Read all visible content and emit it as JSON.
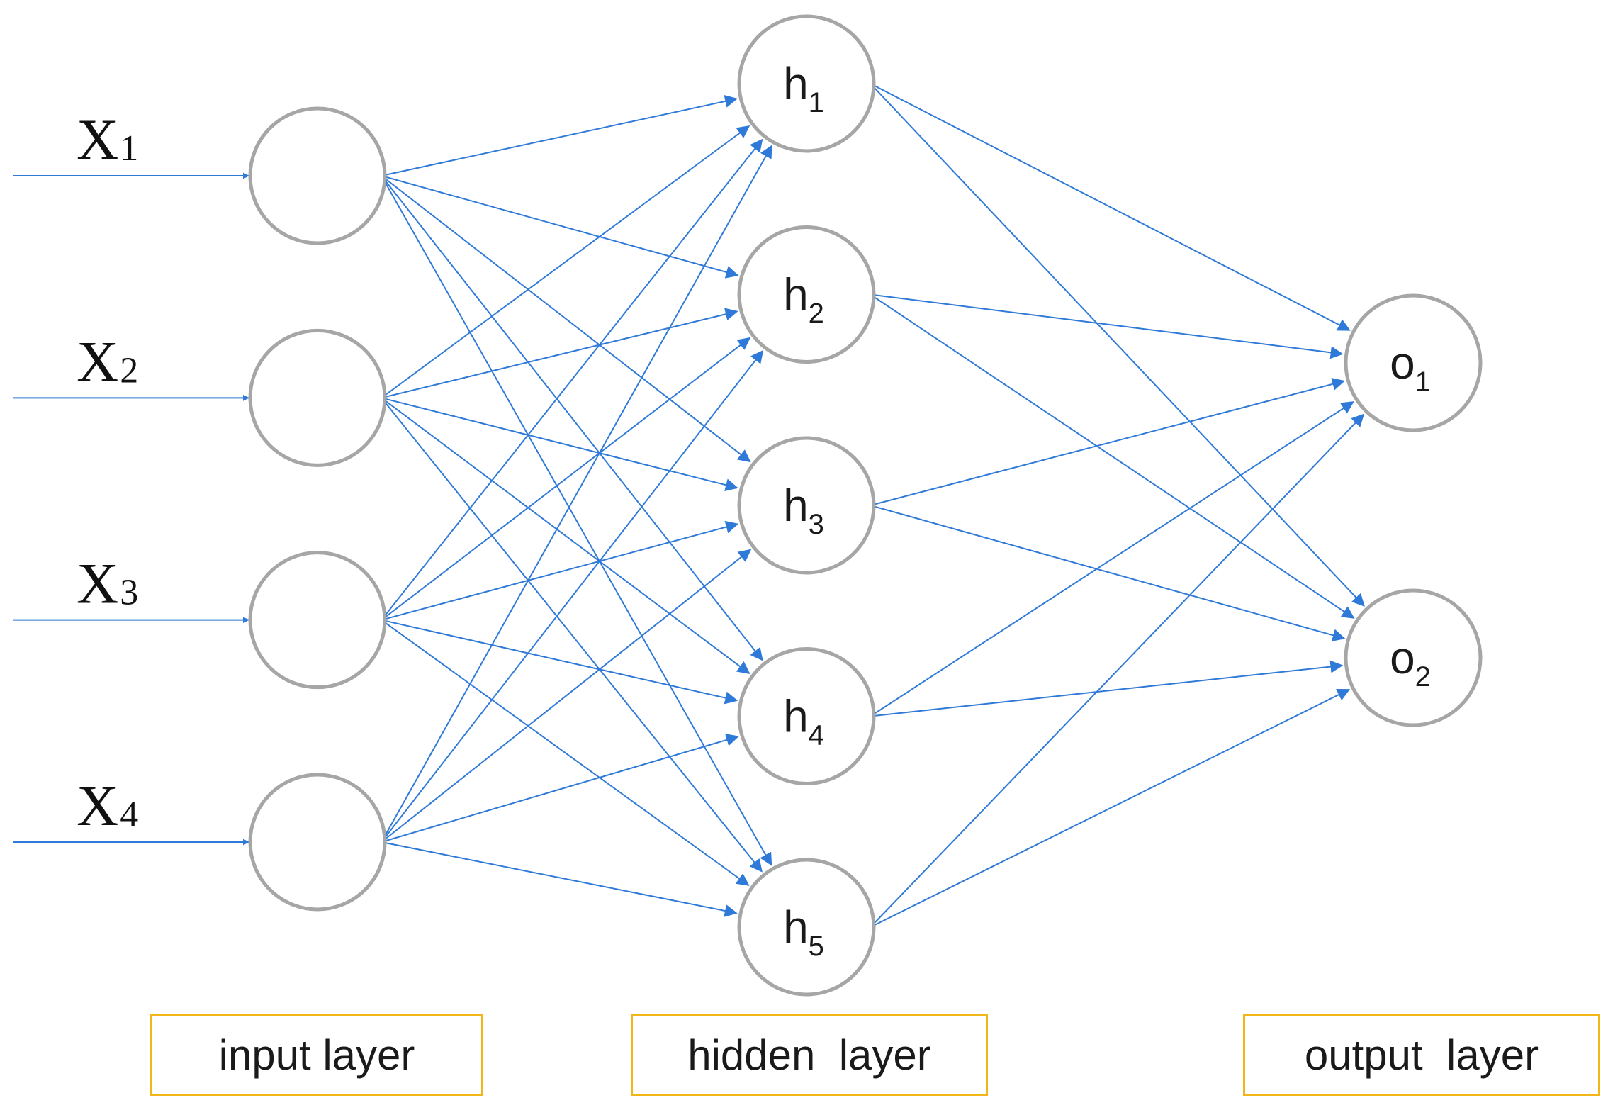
{
  "inputs": [
    {
      "base": "X",
      "sub": "1"
    },
    {
      "base": "X",
      "sub": "2"
    },
    {
      "base": "X",
      "sub": "3"
    },
    {
      "base": "X",
      "sub": "4"
    }
  ],
  "hidden_nodes": [
    {
      "base": "h",
      "sub": "1"
    },
    {
      "base": "h",
      "sub": "2"
    },
    {
      "base": "h",
      "sub": "3"
    },
    {
      "base": "h",
      "sub": "4"
    },
    {
      "base": "h",
      "sub": "5"
    }
  ],
  "output_nodes": [
    {
      "base": "o",
      "sub": "1"
    },
    {
      "base": "o",
      "sub": "2"
    }
  ],
  "layer_labels": {
    "input": "input layer",
    "hidden": "hidden  layer",
    "output": "output  layer"
  },
  "connectivity": "fully-connected",
  "colors": {
    "edge": "#2f7ad8",
    "node_stroke": "#a6a6a6",
    "label_box_border": "#f2b619"
  }
}
